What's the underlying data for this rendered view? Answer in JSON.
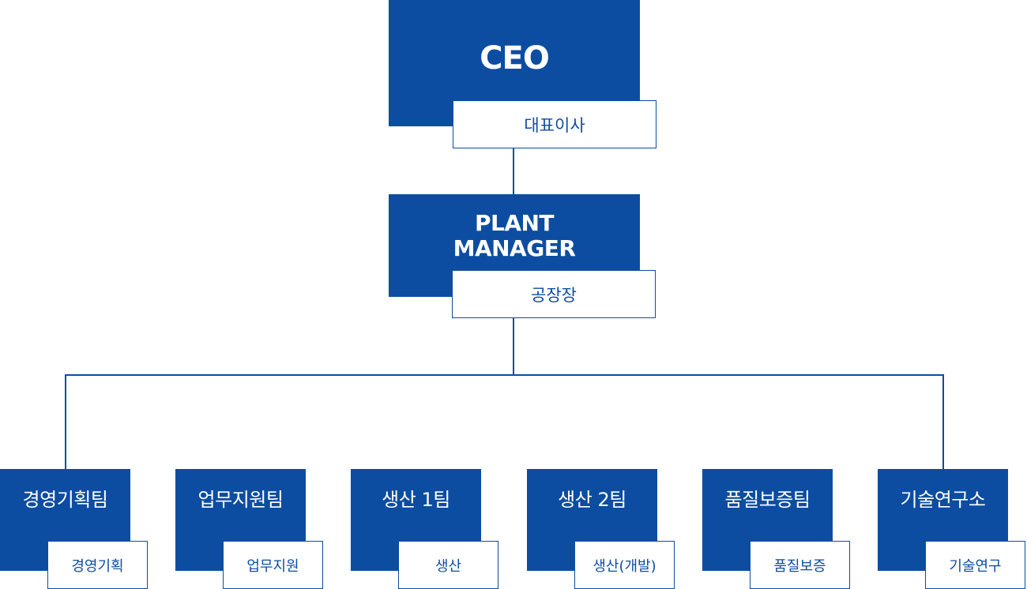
{
  "ceo": {
    "title": "CEO",
    "subtitle": "대표이사"
  },
  "plant_manager": {
    "title_line1": "PLANT",
    "title_line2": "MANAGER",
    "subtitle": "공장장"
  },
  "teams": [
    {
      "title": "경영기획팀",
      "subtitle": "경영기획"
    },
    {
      "title": "업무지원팀",
      "subtitle": "업무지원"
    },
    {
      "title": "생산 1팀",
      "subtitle": "생산"
    },
    {
      "title": "생산 2팀",
      "subtitle": "생산(개발)"
    },
    {
      "title": "품질보증팀",
      "subtitle": "품질보증"
    },
    {
      "title": "기술연구소",
      "subtitle": "기술연구"
    }
  ],
  "colors": {
    "primary": "#0d4da1",
    "background": "#ffffff"
  }
}
